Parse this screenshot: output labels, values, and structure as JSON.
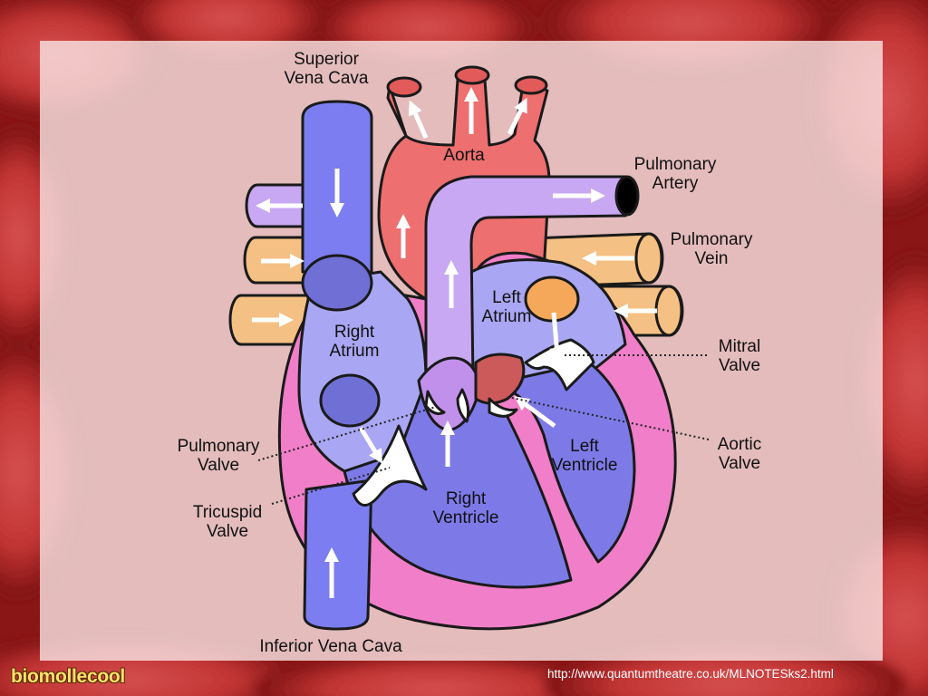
{
  "labels": {
    "superior_vena_cava": "Superior\nVena Cava",
    "aorta": "Aorta",
    "pulmonary_artery": "Pulmonary\nArtery",
    "pulmonary_vein": "Pulmonary\nVein",
    "left_atrium": "Left\nAtrium",
    "right_atrium": "Right\nAtrium",
    "mitral_valve": "Mitral\nValve",
    "aortic_valve": "Aortic\nValve",
    "pulmonary_valve": "Pulmonary\nValve",
    "left_ventricle": "Left\nVentricle",
    "right_ventricle": "Right\nVentricle",
    "tricuspid_valve": "Tricuspid\nValve",
    "inferior_vena_cava": "Inferior Vena Cava"
  },
  "footer": {
    "brand": "biomollecool",
    "url": "http://www.quantumtheatre.co.uk/MLNOTESks2.html"
  },
  "colors": {
    "vena_cava_blue": "#7b7df0",
    "aorta_red": "#ee6f6f",
    "pulmonary_artery_purple": "#c8a8f2",
    "pulmonary_vein_tan": "#f5c083",
    "heart_wall_pink": "#f07ec8",
    "right_chamber_blue": "#a9a6f3",
    "ventricle_blue": "#7d7ae8"
  }
}
